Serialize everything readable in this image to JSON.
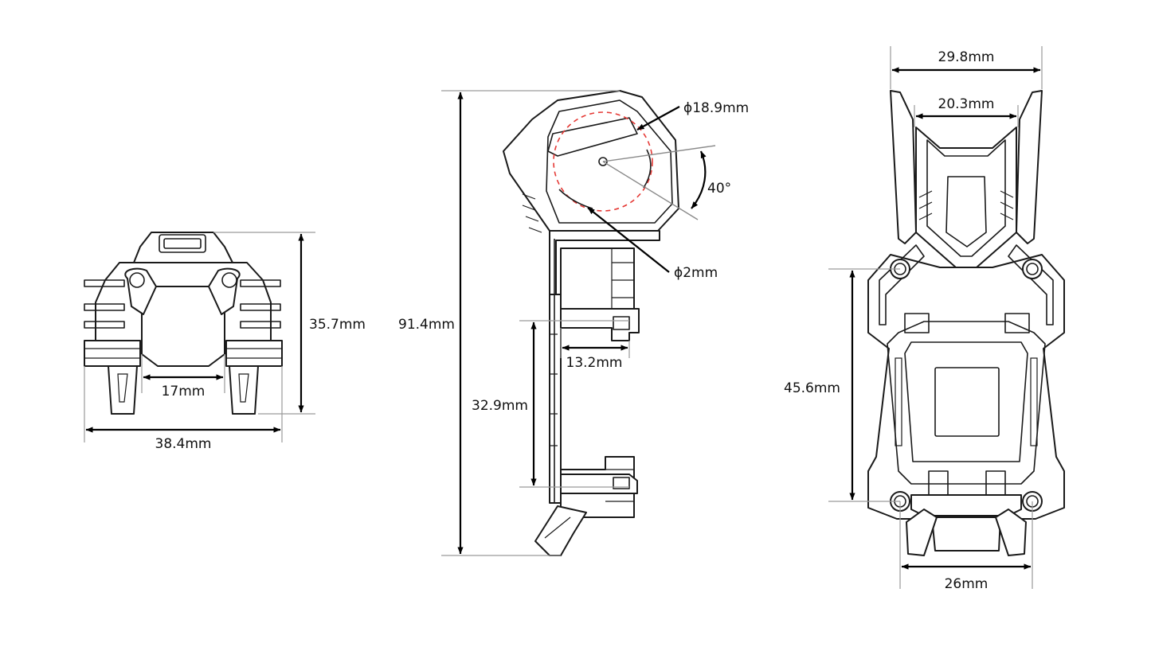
{
  "dimensions": {
    "front_width_outer": "38.4mm",
    "front_width_inner": "17mm",
    "front_height": "35.7mm",
    "side_height": "91.4mm",
    "side_clip_height": "32.9mm",
    "side_clip_depth": "13.2mm",
    "side_circle_diameter": "ϕ18.9mm",
    "side_hole_diameter": "ϕ2mm",
    "side_angle": "40°",
    "back_top_outer": "29.8mm",
    "back_top_inner": "20.3mm",
    "back_hole_spacing": "45.6mm",
    "back_bottom_width": "26mm"
  },
  "colors": {
    "line": "#1a1a1a",
    "dimension": "#000000",
    "extension": "#9a9a9a",
    "highlight_circle": "#e53935"
  }
}
